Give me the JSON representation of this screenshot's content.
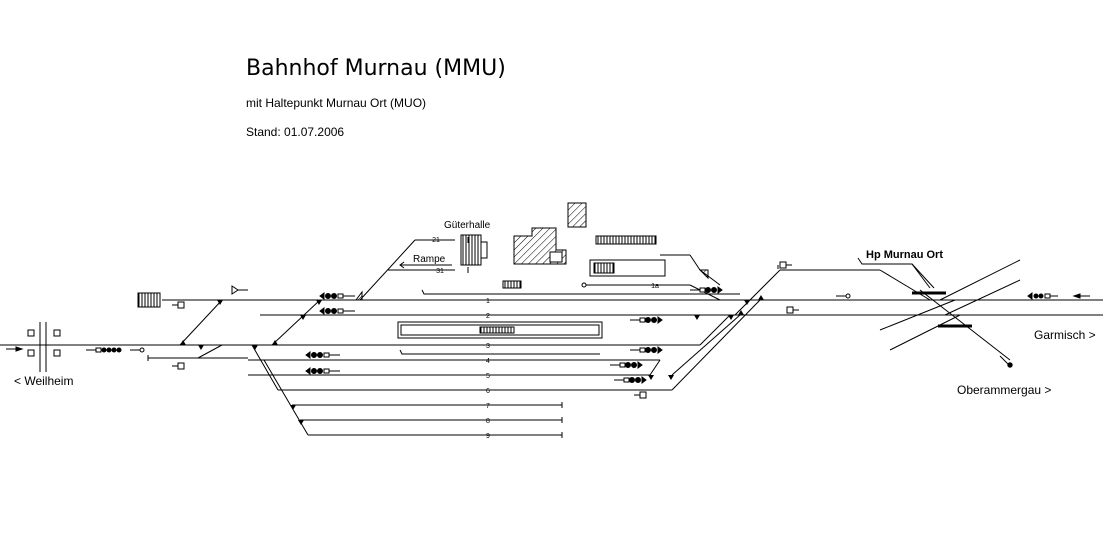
{
  "header": {
    "title": "Bahnhof Murnau (MMU)",
    "subtitle": "mit Haltepunkt Murnau Ort (MUO)",
    "stand": "Stand: 01.07.2006"
  },
  "destinations": {
    "weilheim": "< Weilheim",
    "garmisch": "Garmisch >",
    "oberammergau": "Oberammergau >"
  },
  "stations": {
    "hp_murnau_ort": "Hp Murnau Ort"
  },
  "buildings": {
    "gueterhalle": "Güterhalle",
    "rampe": "Rampe"
  },
  "tracks": {
    "t1": "1",
    "t2": "2",
    "t3": "3",
    "t4": "4",
    "t5": "5",
    "t6": "6",
    "t7": "7",
    "t8": "8",
    "t9": "9",
    "t21": "21",
    "t31": "31",
    "t1a": "1a"
  },
  "colors": {
    "line": "#000000",
    "background": "#ffffff"
  }
}
